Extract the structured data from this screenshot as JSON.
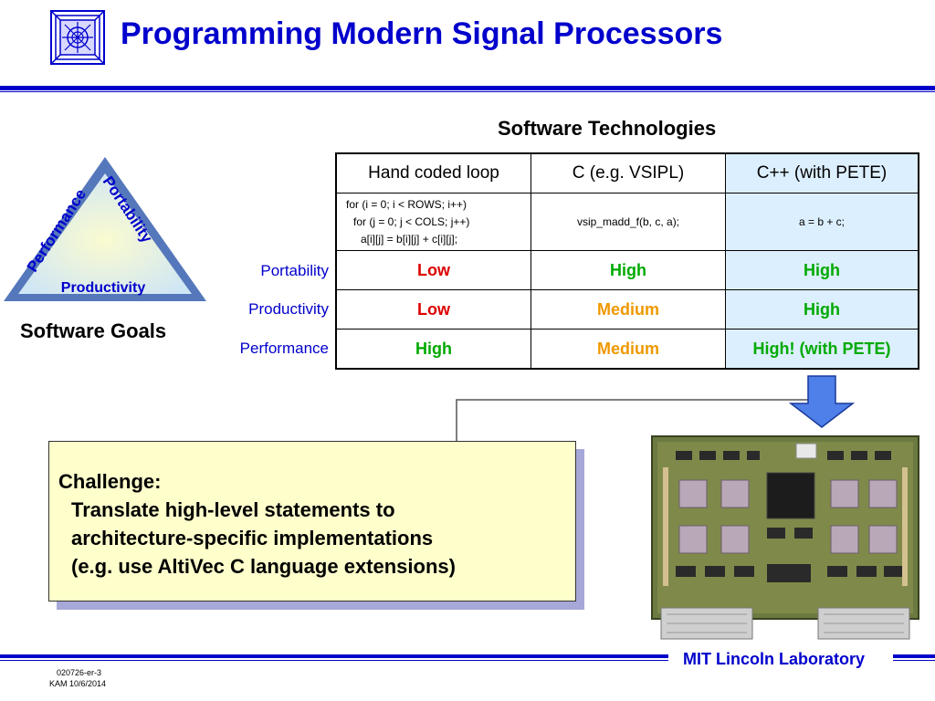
{
  "header": {
    "title": "Programming Modern Signal Processors"
  },
  "colors": {
    "brand_blue": "#0000cc",
    "low": "#dd0000",
    "high": "#00aa00",
    "medium": "#ee9900",
    "pete_column": "#dcefff",
    "challenge_bg": "#ffffcc",
    "triangle_fill": "#f0f2b8",
    "triangle_border": "#5577bb"
  },
  "goals": {
    "caption": "Software Goals",
    "left_side": "Performance",
    "right_side": "Portability",
    "bottom_side": "Productivity"
  },
  "technologies": {
    "caption": "Software Technologies",
    "columns": [
      "Hand coded loop",
      "C (e.g. VSIPL)",
      "C++ (with PETE)"
    ],
    "code": {
      "loop_lines": [
        "for (i = 0; i < ROWS; i++)",
        "for (j = 0; j < COLS; j++)",
        "a[i][j] = b[i][j] + c[i][j];"
      ],
      "vsipl": "vsip_madd_f(b, c, a);",
      "pete": "a = b + c;"
    },
    "rows": [
      {
        "label": "Portability",
        "values": [
          "Low",
          "High",
          "High"
        ],
        "levels": [
          "low",
          "high",
          "high"
        ]
      },
      {
        "label": "Productivity",
        "values": [
          "Low",
          "Medium",
          "High"
        ],
        "levels": [
          "low",
          "medium",
          "high"
        ]
      },
      {
        "label": "Performance",
        "values": [
          "High",
          "Medium",
          "High! (with PETE)"
        ],
        "levels": [
          "high",
          "medium",
          "high"
        ]
      }
    ]
  },
  "challenge": {
    "heading": "Challenge:",
    "lines": [
      "Translate high-level statements to",
      "architecture-specific implementations",
      "(e.g. use AltiVec C language extensions)"
    ]
  },
  "board_image": {
    "icon": "circuit-board-photo"
  },
  "footer": {
    "lab": "MIT Lincoln Laboratory",
    "slide_id": "020726-er-3",
    "author_date": "KAM 10/6/2014"
  }
}
